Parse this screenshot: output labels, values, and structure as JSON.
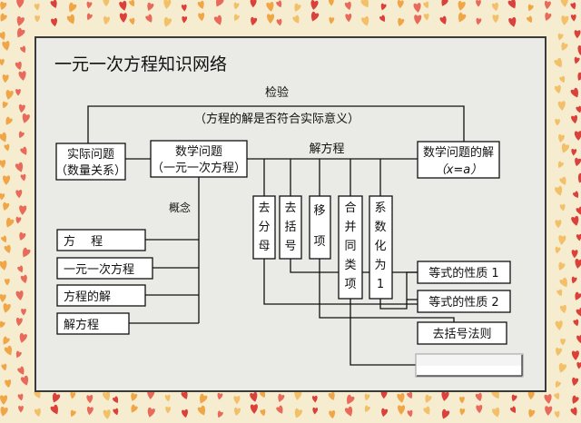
{
  "title": "一元一次方程知识网络",
  "top": {
    "check": "检验",
    "check_note": "（方程的解是否符合实际意义）"
  },
  "nodes": {
    "real_problem": [
      "实际问题",
      "（数量关系）"
    ],
    "math_problem": [
      "数学问题",
      "（一元一次方程）"
    ],
    "solution": [
      "数学问题的解",
      "（x=a）"
    ]
  },
  "solve_label": "解方程",
  "concept_label": "概念",
  "steps": [
    [
      "去",
      "分",
      "母"
    ],
    [
      "去",
      "括",
      "号"
    ],
    [
      "移",
      "项"
    ],
    [
      "合",
      "并",
      "同",
      "类",
      "项"
    ],
    [
      "系",
      "数",
      "化",
      "为",
      "1"
    ]
  ],
  "concepts": [
    "方　 程",
    "一元一次方程",
    "方程的解",
    "解方程"
  ],
  "properties": [
    "等式的性质 1",
    "等式的性质 2",
    "去括号法则"
  ],
  "colors": {
    "frame_bg": "#f6ecd0",
    "heart_red": "#d9413a",
    "heart_orange": "#f0a646",
    "panel_bg": "#eaeae6",
    "box_bg": "#ffffff",
    "line": "#111111"
  }
}
